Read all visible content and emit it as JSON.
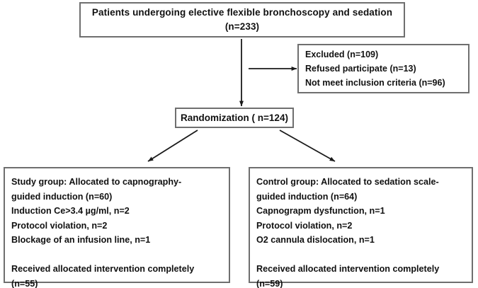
{
  "diagram": {
    "title": "CONSORT participant flow diagram",
    "boxes": {
      "enrollment": {
        "text": "Patients undergoing  elective flexible bronchoscopy  and  sedation\n(n=233)"
      },
      "excluded": {
        "text": "Excluded (n=109)\n  Refused participate (n=13)\n  Not meet inclusion  criteria (n=96)"
      },
      "randomization": {
        "text": "Randomization ( n=124)"
      },
      "study_group": {
        "text": "Study group: Allocated to capnography-\nguided induction (n=60)\n   Induction  Ce>3.4 µg/ml, n=2\n   Protocol violation, n=2\n   Blockage of an infusion line, n=1\n\nReceived allocated intervention completely\n(n=55)"
      },
      "control_group": {
        "text": "Control group: Allocated to sedation scale-\nguided induction  (n=64)\n   Capnograpm  dysfunction,  n=1\n   Protocol violation,  n=2\n   O2 cannula  dislocation,  n=1\n\nReceived allocated intervention completely\n(n=59)"
      }
    },
    "colors": {
      "border": "#6f6f6f",
      "text": "#111111",
      "connector": "#1a1a1a",
      "background": "#ffffff"
    },
    "connectors": [
      {
        "name": "enrollment-to-randomization",
        "type": "arrow-down"
      },
      {
        "name": "enrollment-to-excluded",
        "type": "arrow-right"
      },
      {
        "name": "randomization-to-study-group",
        "type": "arrow-diagonal-left"
      },
      {
        "name": "randomization-to-control-group",
        "type": "arrow-diagonal-right"
      }
    ]
  }
}
